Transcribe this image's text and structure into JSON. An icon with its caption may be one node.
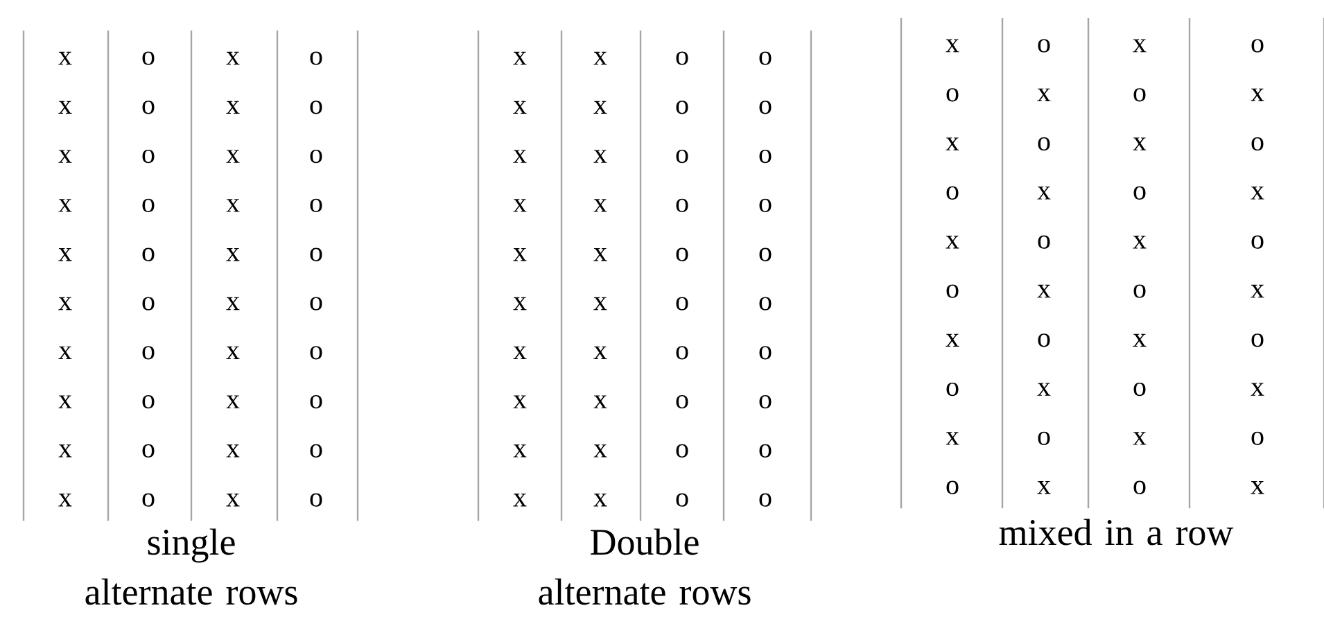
{
  "diagram": {
    "labels": [
      "x",
      "o",
      "x",
      "o",
      "x",
      "o",
      "x",
      "o",
      "x",
      "o",
      "x",
      "o",
      "x",
      "o",
      "x",
      "o",
      "x",
      "o",
      "x",
      "o",
      "x",
      "o",
      "x",
      "o",
      "x",
      "o",
      "x",
      "o",
      "x",
      "o",
      "x",
      "o",
      "x",
      "o",
      "x",
      "o",
      "x",
      "o",
      "x",
      "o",
      "single alternate rows",
      "x",
      "x",
      "o",
      "o",
      "x",
      "x",
      "o",
      "o",
      "x",
      "x",
      "o",
      "o",
      "x",
      "x",
      "o",
      "o",
      "x",
      "x",
      "o",
      "o",
      "x",
      "x",
      "o",
      "o",
      "x",
      "x",
      "o",
      "o",
      "x",
      "x",
      "o",
      "o",
      "x",
      "x",
      "o",
      "o",
      "x",
      "x",
      "o",
      "o",
      "Double alternate rows",
      "x",
      "o",
      "x",
      "o",
      "o",
      "x",
      "o",
      "x",
      "x",
      "o",
      "x",
      "o",
      "o",
      "x",
      "o",
      "x",
      "x",
      "o",
      "x",
      "o",
      "o",
      "x",
      "o",
      "x",
      "x",
      "o",
      "x",
      "o",
      "o",
      "x",
      "o",
      "x",
      "x",
      "o",
      "x",
      "o",
      "o",
      "x",
      "o",
      "x",
      "mixed in a row"
    ]
  }
}
